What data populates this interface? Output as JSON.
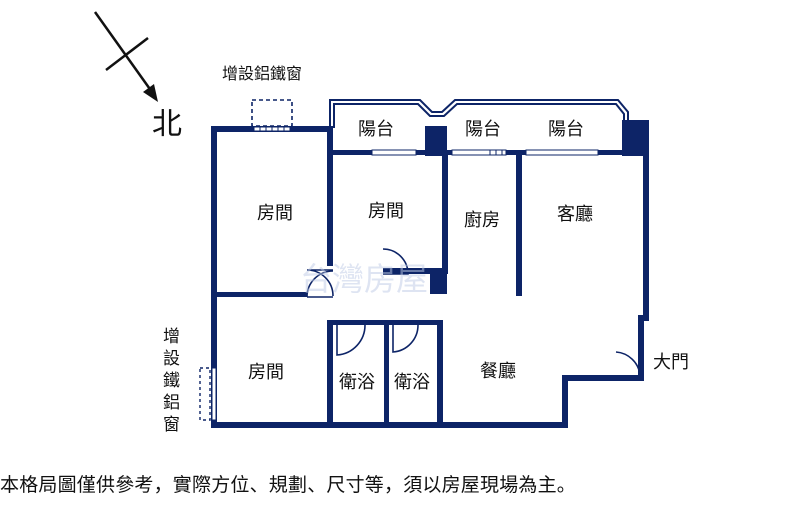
{
  "compass": {
    "north_label": "北"
  },
  "rooms": {
    "bedroom_1": "房間",
    "bedroom_2": "房間",
    "bedroom_3": "房間",
    "kitchen": "廚房",
    "living_room": "客廳",
    "dining_room": "餐廳",
    "bathroom_1": "衛浴",
    "bathroom_2": "衛浴",
    "balcony_1": "陽台",
    "balcony_2": "陽台",
    "balcony_3": "陽台"
  },
  "annotations": {
    "top_window_note": "增設鋁鐵窗",
    "side_window_note": [
      "增",
      "設",
      "鐵",
      "鋁",
      "窗"
    ],
    "main_door": "大門"
  },
  "disclaimer": "本格局圖僅供參考，實際方位、規劃、尺寸等，須以房屋現場為主。",
  "colors": {
    "wall": "#0d2467",
    "text": "#111111",
    "balcony_outline": "#0d2467"
  }
}
